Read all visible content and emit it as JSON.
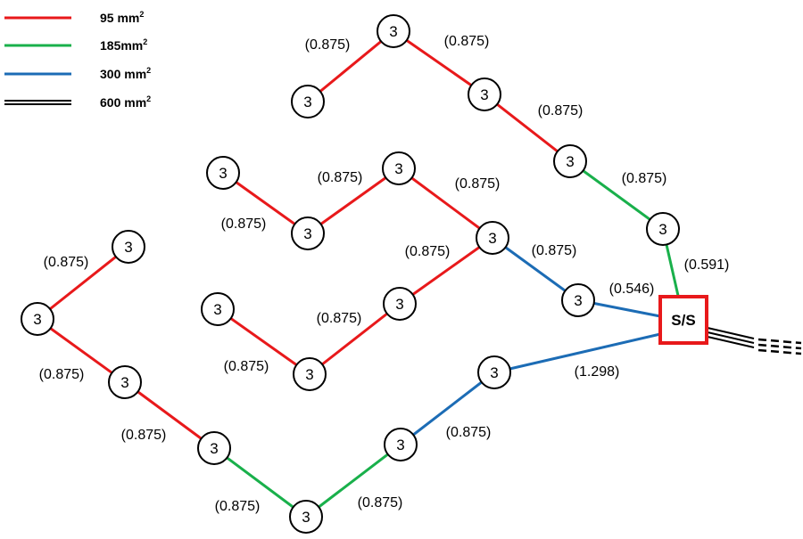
{
  "legend": [
    {
      "label": "95",
      "unit": " mm",
      "sup": "2",
      "color": "#e8191b"
    },
    {
      "label": "185",
      "unit": "mm",
      "sup": "2",
      "color": "#19b04b"
    },
    {
      "label": "300",
      "unit": " mm",
      "sup": "2",
      "color": "#1c6cb5"
    },
    {
      "label": "600",
      "unit": " mm",
      "sup": "2",
      "color": "#000000"
    }
  ],
  "substation": {
    "label": "S/S",
    "border_color": "#e8191b"
  },
  "node_value": "3",
  "edge_labels": {
    "e1": "(0.875)",
    "e2": "(0.875)",
    "e3": "(0.875)",
    "e4": "(0.875)",
    "e5": "(0.591)",
    "e6": "(0.875)",
    "e7": "(0.875)",
    "e8": "(0.875)",
    "e9": "(0.875)",
    "e10": "(0.546)",
    "e11": "(0.875)",
    "e12": "(0.875)",
    "e13": "(0.875)",
    "e14": "(0.875)",
    "e15": "(0.875)",
    "e16": "(0.875)",
    "e17": "(0.875)",
    "e18": "(0.875)",
    "e19": "(1.298)"
  }
}
